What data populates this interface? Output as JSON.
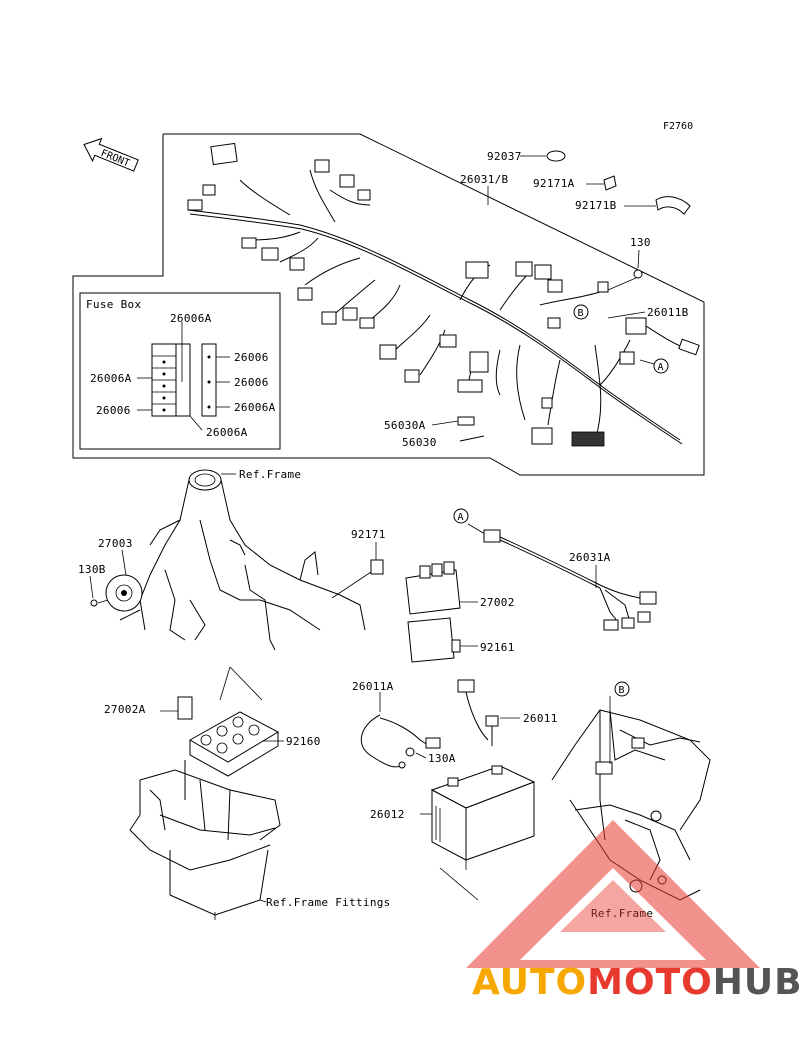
{
  "figure_code": "F2760",
  "front_label": "FRONT",
  "fuse_box": {
    "title": "Fuse Box",
    "labels": [
      "26006A",
      "26006A",
      "26006",
      "26006",
      "26006",
      "26006A",
      "26006A"
    ]
  },
  "parts": {
    "p92037": "92037",
    "p26031B": "26031/B",
    "p92171A": "92171A",
    "p92171B": "92171B",
    "p130": "130",
    "p26011B": "26011B",
    "p56030A": "56030A",
    "p56030": "56030",
    "p27003": "27003",
    "p130B": "130B",
    "p92171": "92171",
    "p27002": "27002",
    "p92161": "92161",
    "p26031A": "26031A",
    "p27002A": "27002A",
    "p92160": "92160",
    "p26011A": "26011A",
    "p26011": "26011",
    "p130A": "130A",
    "p26012": "26012"
  },
  "refs": {
    "frame_top": "Ref.Frame",
    "frame_fittings": "Ref.Frame Fittings",
    "frame_bottom": "Ref.Frame"
  },
  "callouts": {
    "a": "A",
    "b": "B"
  },
  "watermark": {
    "part1": "AUTO",
    "part2": "MOTO",
    "part3": "HUB",
    "color1": "#f7a800",
    "color2": "#e8392f",
    "color3": "#555555"
  }
}
